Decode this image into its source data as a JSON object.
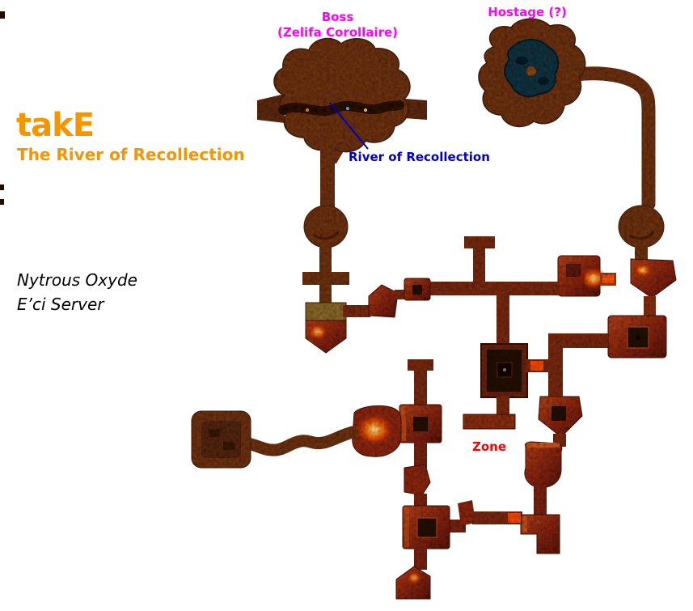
{
  "header": {
    "title": "takE",
    "subtitle": "The River of Recollection",
    "title_color": "#f79500"
  },
  "credits": {
    "author": "Nytrous Oxyde",
    "server": "E’ci Server",
    "color": "#000000"
  },
  "map_labels": {
    "boss_line1": "Boss",
    "boss_line2": "(Zelifa Corollaire)",
    "boss_color": "#ff00ff",
    "hostage": "Hostage (?)",
    "hostage_color": "#ff00ff",
    "river": "River of Recollection",
    "river_color": "#0000cc",
    "zone": "Zone",
    "zone_color": "#ff0000"
  },
  "map_colors": {
    "cave_brown": "#6f3310",
    "corridor_brown": "#7a2a0e",
    "red_room": "#8c2610",
    "glow_orange": "#ff9424",
    "dark_room": "#241006",
    "water_dark_teal": "#0d3440",
    "door_orange": "#ff4a00"
  }
}
